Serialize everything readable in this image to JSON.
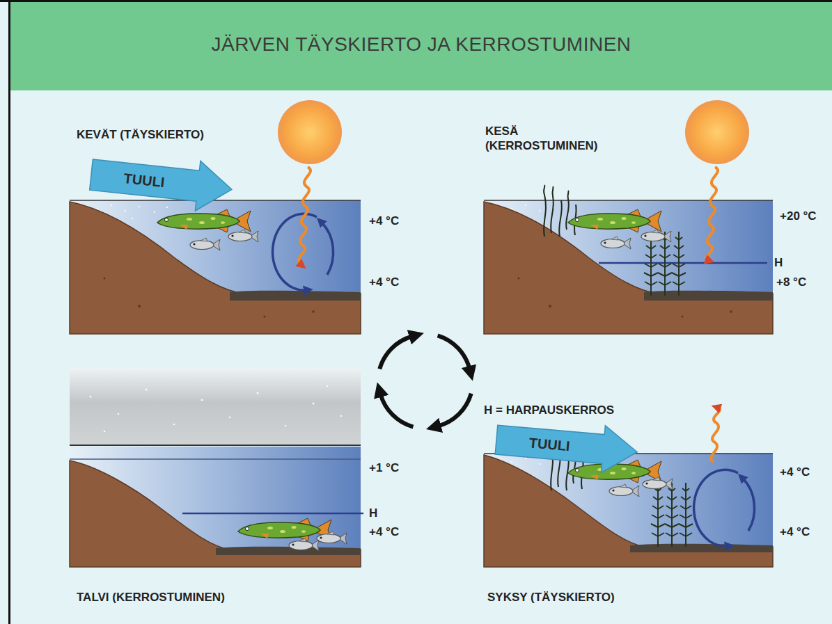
{
  "diagram": {
    "title": "JÄRVEN TÄYSKIERTO JA KERROSTUMINEN",
    "nodes": [
      {
        "text": [
          "TUULI"
        ]
      },
      {
        "text": [
          "TUULI"
        ]
      }
    ],
    "labels": [
      "KEVÄT (TÄYSKIERTO)",
      "+4 °C",
      "+4 °C",
      "KESÄ (KERROSTUMINEN)",
      "+20 °C",
      "H",
      "+8 °C",
      "H = HARPAUSKERROS",
      "+1 °C",
      "H",
      "+4 °C",
      "TALVI (KERROSTUMINEN)",
      "+4 °C",
      "+4 °C",
      "SYKSY (TÄYSKIERTO)"
    ]
  }
}
